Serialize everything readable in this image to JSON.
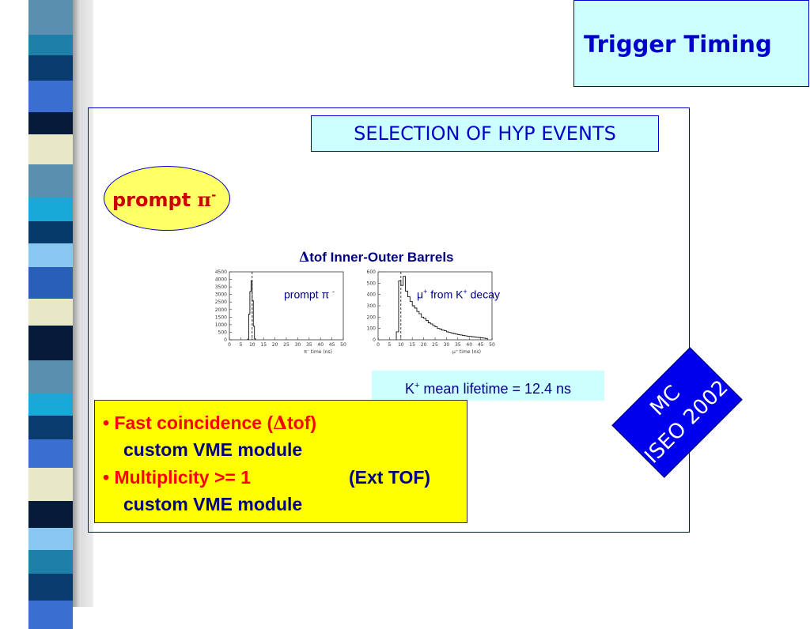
{
  "title": "Trigger Timing",
  "selection_heading": "SELECTION OF HYP EVENTS",
  "prompt_bubble": {
    "text": "prompt ",
    "pi": "π",
    "sup": "-"
  },
  "plot": {
    "delta": "Δ",
    "title": "tof Inner-Outer Barrels",
    "label_prompt": "prompt π",
    "label_prompt_sup": "-",
    "label_mu": "μ",
    "label_mu_sup": "+",
    "label_from": "  from K",
    "label_from_sup": "+",
    "label_decay": " decay"
  },
  "lifetime_box": {
    "pre": "K",
    "sup": "+",
    "post": " mean lifetime = 12.4 ns"
  },
  "bullets": {
    "line1_bullet": "• ",
    "line1_a": "Fast ",
    "line1_b": "coincidence (",
    "line1_delta": "Δ",
    "line1_c": "tof)",
    "line2": "custom VME module",
    "line3_bullet": "• ",
    "line3_a": "Multiplicity >= 1",
    "line3_b": "(Ext TOF)",
    "line4": "custom VME module"
  },
  "badge": {
    "line1": "MC",
    "line2": "ISEO 2002"
  },
  "chart_data": [
    {
      "type": "bar",
      "x": [
        0,
        5,
        10,
        15,
        20,
        25,
        30,
        35,
        40,
        45,
        50
      ],
      "xlabel": "π⁻ time (ns)",
      "ylabel": "",
      "ylim": [
        0,
        4500
      ],
      "yticks": [
        0,
        500,
        1000,
        1500,
        2000,
        2500,
        3000,
        3500,
        4000,
        4500
      ],
      "bin_edges": [
        8,
        8.5,
        9,
        9.5,
        10,
        10.5,
        11,
        11.5
      ],
      "values": [
        40,
        1700,
        3200,
        3900,
        2600,
        900,
        60
      ],
      "cut_line_x": 10
    },
    {
      "type": "bar",
      "x": [
        0,
        5,
        10,
        15,
        20,
        25,
        30,
        35,
        40,
        45,
        50
      ],
      "xlabel": "μ⁺ time (ns)",
      "ylabel": "",
      "ylim": [
        0,
        600
      ],
      "yticks": [
        0,
        100,
        200,
        300,
        400,
        500,
        600
      ],
      "bin_edges": [
        8,
        9,
        10,
        11,
        12,
        13,
        14,
        15,
        16,
        17,
        18,
        19,
        20,
        21,
        22,
        23,
        24,
        25,
        26,
        27,
        28,
        29,
        30,
        31,
        32,
        33,
        34,
        35,
        36,
        37,
        38,
        39,
        40,
        41,
        42,
        43,
        44,
        45,
        46,
        47,
        48
      ],
      "values": [
        70,
        520,
        480,
        560,
        430,
        380,
        340,
        300,
        280,
        250,
        230,
        200,
        190,
        170,
        150,
        140,
        125,
        115,
        100,
        95,
        85,
        80,
        70,
        65,
        60,
        55,
        50,
        45,
        42,
        38,
        35,
        32,
        30,
        27,
        25,
        22,
        20,
        18,
        15,
        12
      ],
      "cut_line_x": 10
    }
  ]
}
